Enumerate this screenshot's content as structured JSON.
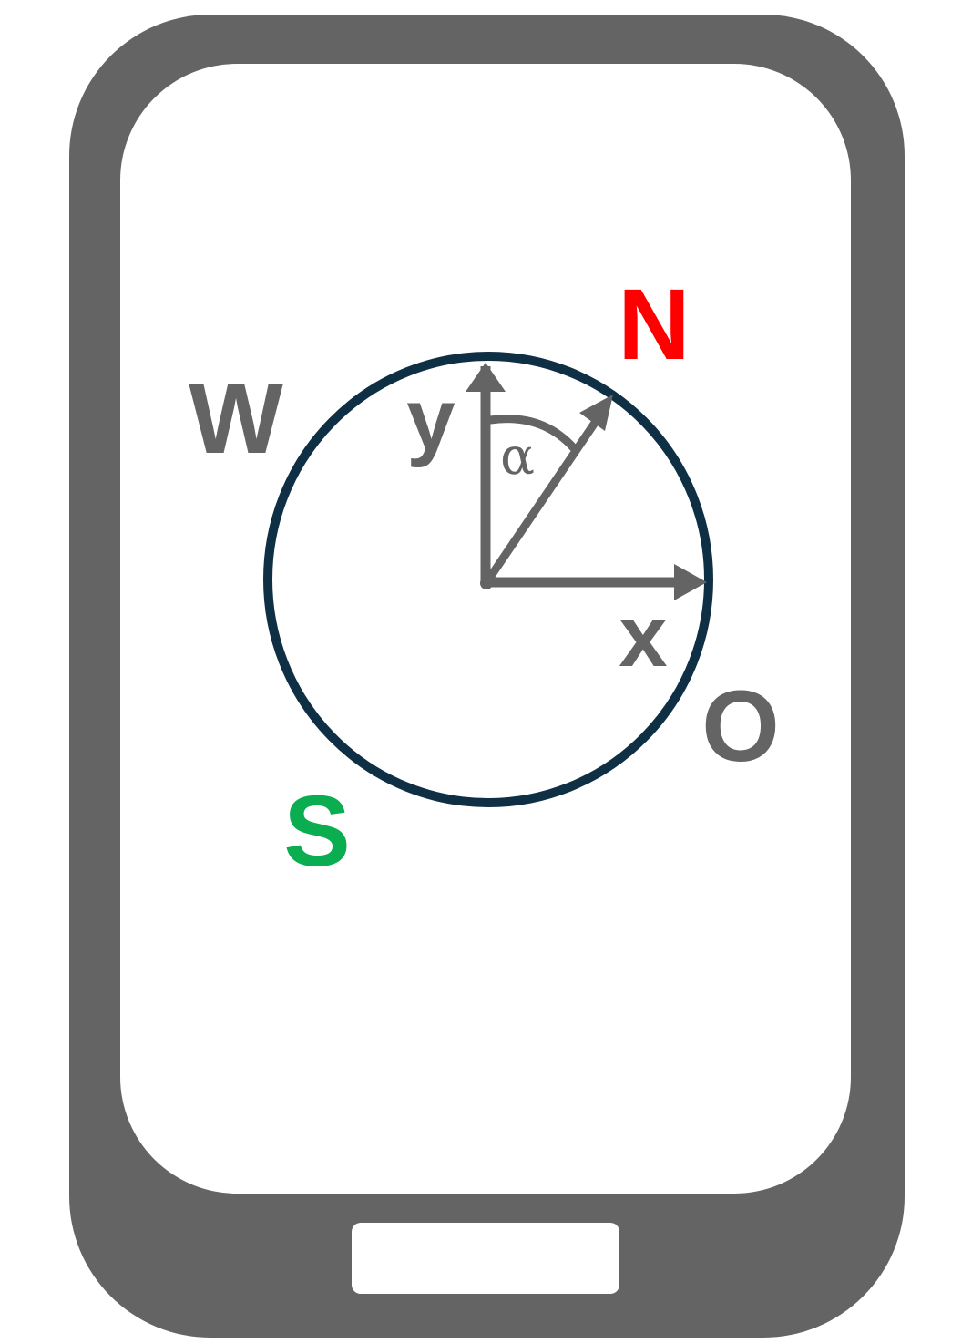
{
  "colors": {
    "phone_body": "#646464",
    "screen": "#ffffff",
    "circle": "#0f2f45",
    "vector": "#646464",
    "north": "#ff0000",
    "south": "#0aad4f",
    "neutral_label": "#646464"
  },
  "icons": {
    "device": "smartphone-icon",
    "compass": "compass-circle"
  },
  "compass": {
    "north": "N",
    "south": "S",
    "west": "W",
    "east": "O"
  },
  "axes": {
    "x_label": "x",
    "y_label": "y",
    "angle_label": "α"
  }
}
